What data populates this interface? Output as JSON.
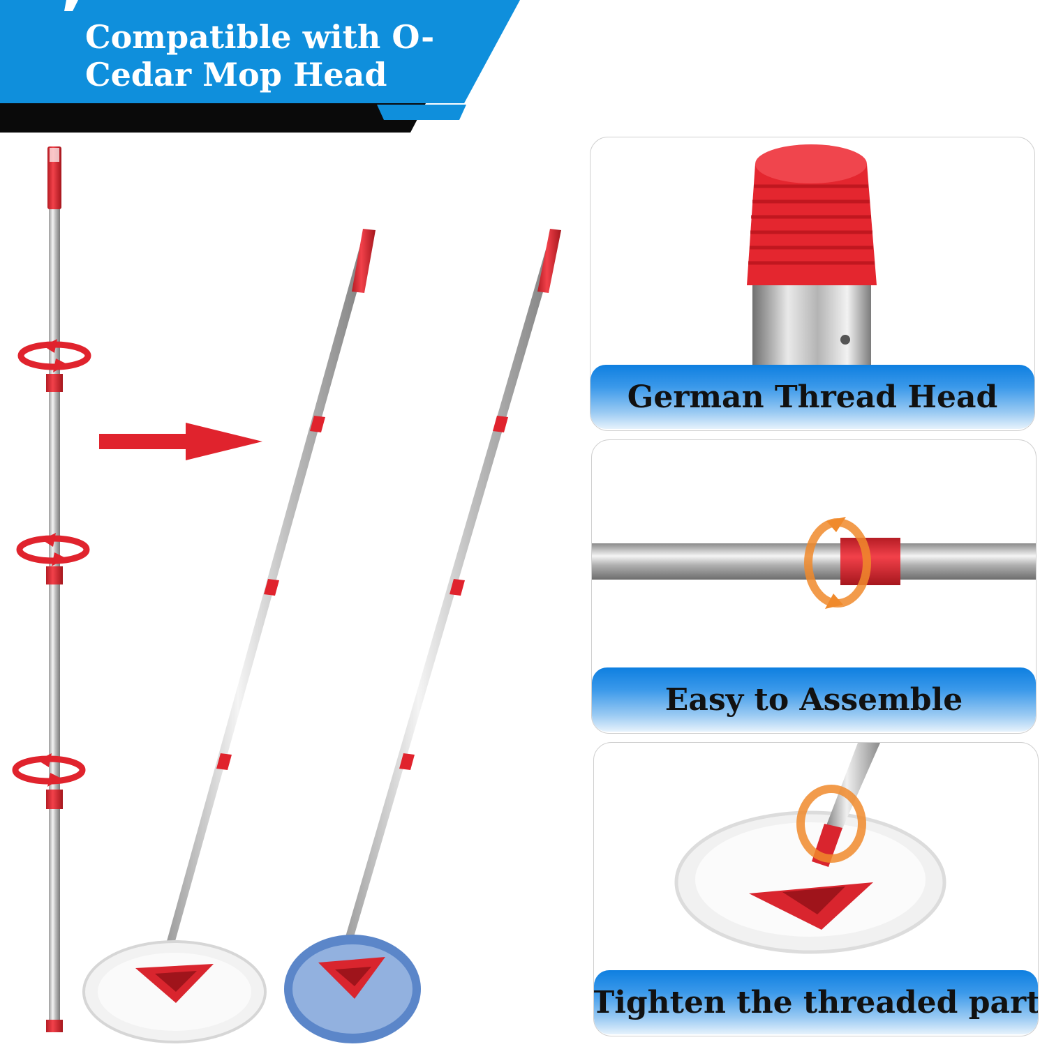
{
  "banner": {
    "title": "Compatible with O-Cedar Mop Head",
    "bg_color": "#0f8fdc",
    "stripe_color": "#0a0a0a"
  },
  "illustration": {
    "arrow_icon": "right-arrow-icon",
    "rotate_icon": "rotate-arrows-icon",
    "handle_color": "#d9252e"
  },
  "features": [
    {
      "label": "German Thread Head",
      "icon": "thread-head-photo"
    },
    {
      "label": "Easy to Assemble",
      "icon": "pole-joint-photo"
    },
    {
      "label": "Tighten the threaded part",
      "icon": "mop-head-photo"
    }
  ]
}
